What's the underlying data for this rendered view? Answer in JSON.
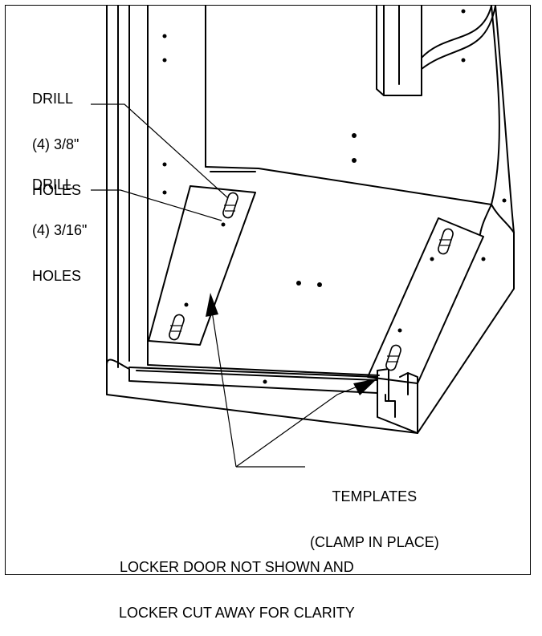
{
  "callouts": {
    "drill_large": {
      "line1": "DRILL",
      "line2": "(4) 3/8\"",
      "line3": "HOLES"
    },
    "drill_small": {
      "line1": "DRILL",
      "line2": "(4) 3/16\"",
      "line3": "HOLES"
    },
    "templates": {
      "line1": "TEMPLATES",
      "line2": "(CLAMP IN PLACE)"
    }
  },
  "note": {
    "line1": "LOCKER DOOR NOT SHOWN AND",
    "line2": "LOCKER CUT AWAY FOR CLARITY"
  }
}
